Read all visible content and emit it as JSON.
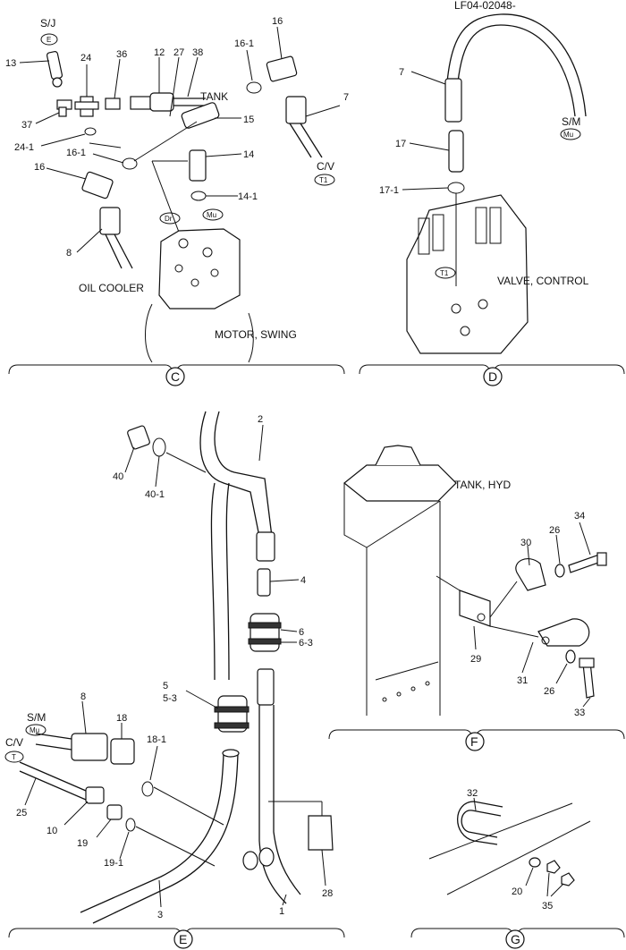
{
  "doc_code": "LF04-02048-",
  "sections": [
    {
      "letter": "C"
    },
    {
      "letter": "D"
    },
    {
      "letter": "E"
    },
    {
      "letter": "F"
    },
    {
      "letter": "G"
    }
  ],
  "names": {
    "tank": "TANK",
    "oil_cooler": "OIL COOLER",
    "motor_swing": "MOTOR, SWING",
    "valve_control": "VALVE, CONTROL",
    "tank_hyd": "TANK, HYD",
    "sj": "S/J",
    "cv": "C/V",
    "sm": "S/M"
  },
  "codes": {
    "E": "E",
    "T1": "T1",
    "Dr": "Dr",
    "Mu": "Mu",
    "T": "T"
  },
  "parts": {
    "p13": "13",
    "p24": "24",
    "p36": "36",
    "p12": "12",
    "p27": "27",
    "p38": "38",
    "p16_1a": "16-1",
    "p16a": "16",
    "p37": "37",
    "p24_1": "24-1",
    "p15": "15",
    "p7a": "7",
    "p16_1b": "16-1",
    "p16b": "16",
    "p14": "14",
    "p14_1": "14-1",
    "p8a": "8",
    "p7b": "7",
    "p17": "17",
    "p17_1": "17-1",
    "p2": "2",
    "p40": "40",
    "p40_1": "40-1",
    "p4": "4",
    "p6": "6",
    "p6_3": "6-3",
    "p5": "5",
    "p5_3": "5-3",
    "p8b": "8",
    "p18": "18",
    "p18_1": "18-1",
    "p25": "25",
    "p10": "10",
    "p19": "19",
    "p19_1": "19-1",
    "p3": "3",
    "p1": "1",
    "p28": "28",
    "p34": "34",
    "p30": "30",
    "p26a": "26",
    "p29": "29",
    "p31": "31",
    "p26b": "26",
    "p33": "33",
    "p32": "32",
    "p20": "20",
    "p35": "35"
  }
}
